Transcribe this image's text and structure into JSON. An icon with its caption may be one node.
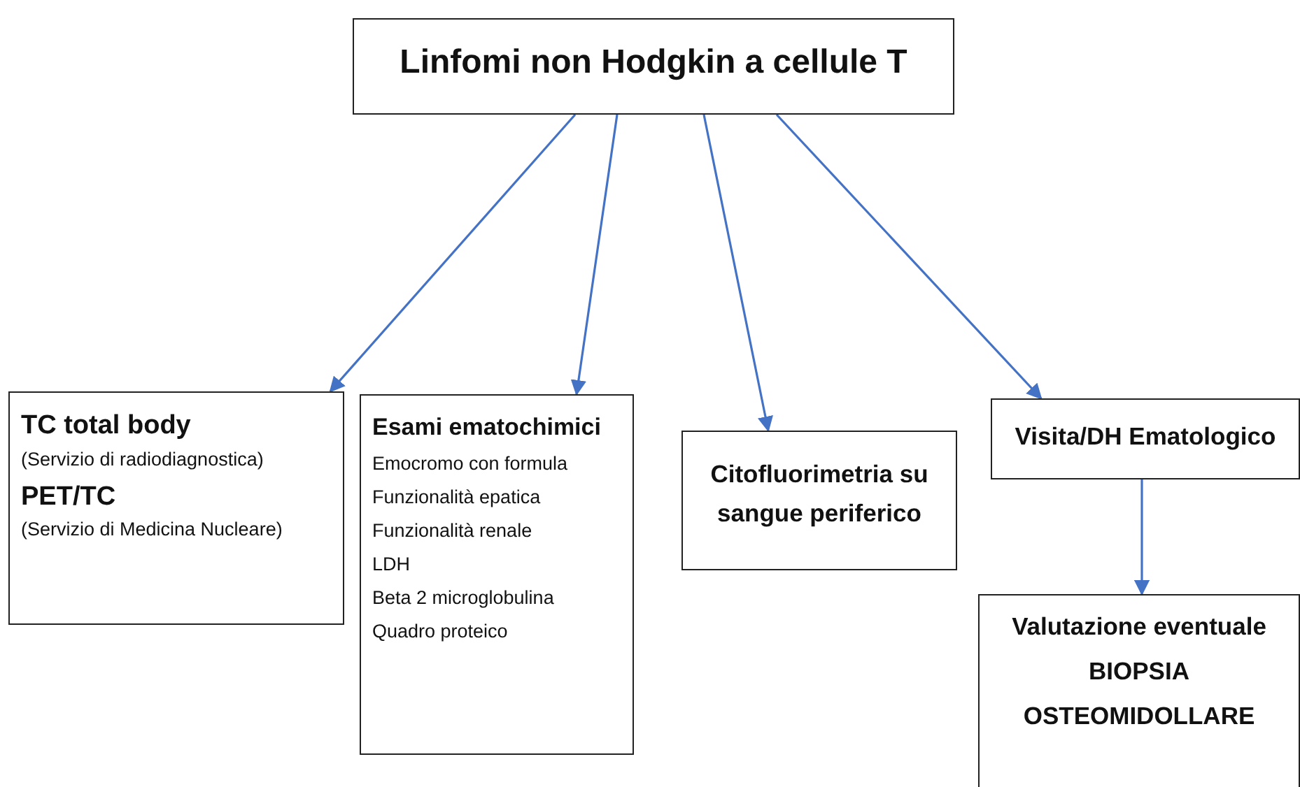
{
  "diagram": {
    "nodes": [
      {
        "text": [
          "Linfomi non Hodgkin a cellule T"
        ]
      },
      {
        "text": [
          "TC total body",
          "(Servizio di radiodiagnostica)",
          "PET/TC",
          "(Servizio di Medicina Nucleare)"
        ]
      },
      {
        "text": [
          "Esami ematochimici",
          "Emocromo con formula",
          "Funzionalità epatica",
          "Funzionalità renale",
          "LDH",
          "Beta 2 microglobulina",
          "Quadro proteico"
        ]
      },
      {
        "text": [
          "Citofluorimetria su sangue periferico"
        ]
      },
      {
        "text": [
          "Visita/DH Ematologico"
        ]
      },
      {
        "text": [
          "Valutazione eventuale",
          "BIOPSIA",
          "OSTEOMIDOLLARE"
        ]
      }
    ],
    "edges": [
      {
        "from": 0,
        "to": 1,
        "arrow": "to"
      },
      {
        "from": 0,
        "to": 2,
        "arrow": "to"
      },
      {
        "from": 0,
        "to": 3,
        "arrow": "to"
      },
      {
        "from": 0,
        "to": 4,
        "arrow": "to"
      },
      {
        "from": 4,
        "to": 5,
        "arrow": "to"
      }
    ]
  }
}
